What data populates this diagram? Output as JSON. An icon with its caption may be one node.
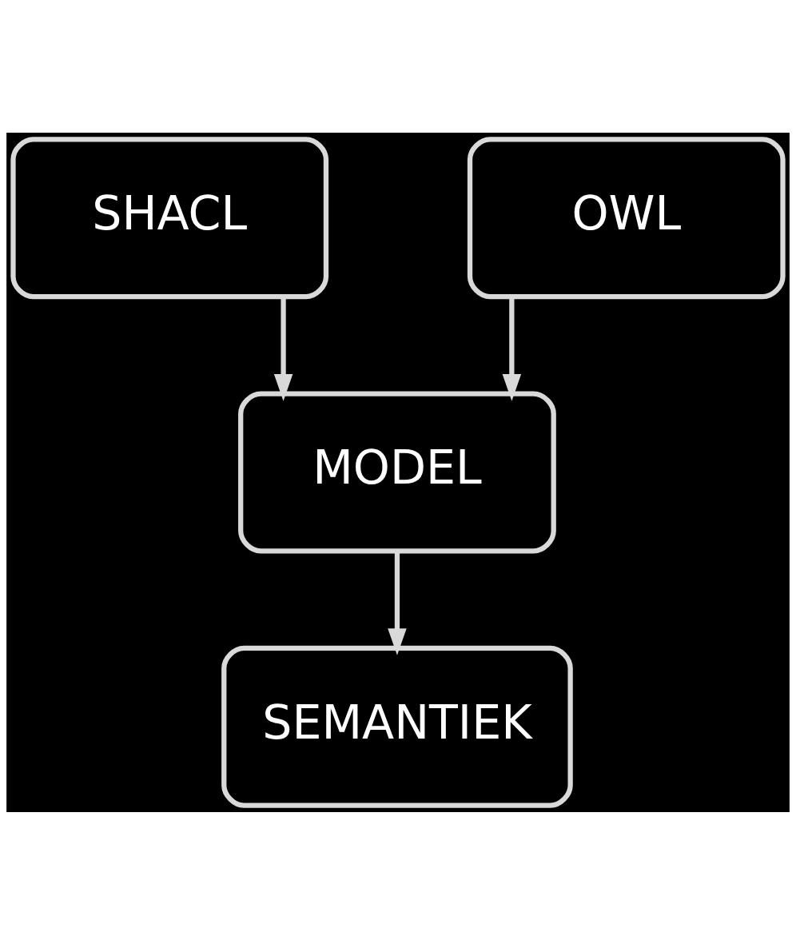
{
  "diagram": {
    "nodes": [
      {
        "text": [
          "SHACL"
        ]
      },
      {
        "text": [
          "OWL"
        ]
      },
      {
        "text": [
          "MODEL"
        ]
      },
      {
        "text": [
          "SEMANTIEK"
        ]
      }
    ],
    "edges": [
      {
        "from": 0,
        "to": 2,
        "arrow": "to"
      },
      {
        "from": 1,
        "to": 2,
        "arrow": "to"
      },
      {
        "from": 2,
        "to": 3,
        "arrow": "to"
      }
    ]
  }
}
